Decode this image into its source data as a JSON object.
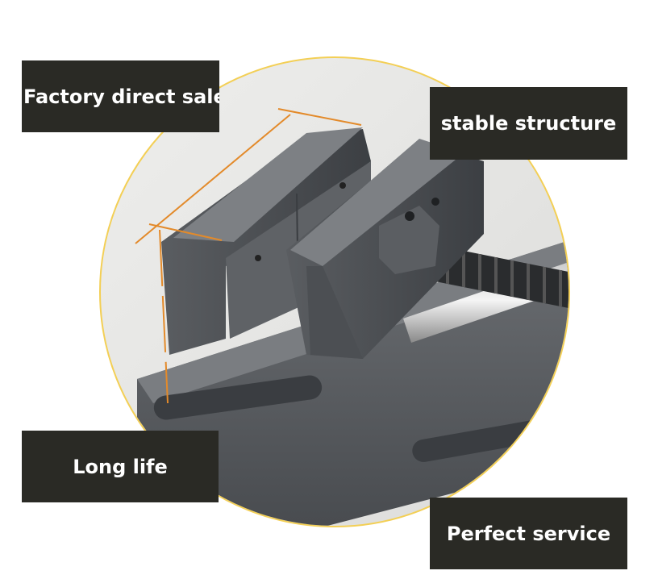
{
  "labels": {
    "factory_direct_sales": "Factory direct sales",
    "stable_structure": "stable structure",
    "long_life": "Long life",
    "perfect_service": "Perfect service"
  },
  "colors": {
    "circle_bg": "#e6e6e4",
    "circle_ring": "#f3cf55",
    "label_bg": "#2a2a25",
    "vise_body": "#55585c",
    "dimension_line": "#e38a2a"
  },
  "image": {
    "subject": "drill-press-vise-photo"
  }
}
